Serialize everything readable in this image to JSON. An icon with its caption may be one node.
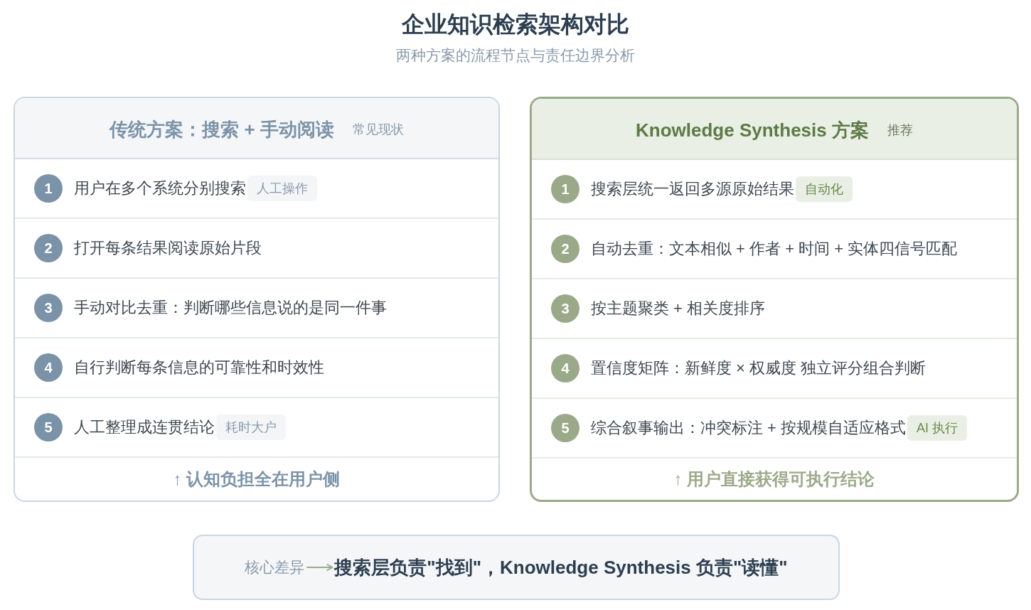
{
  "diagram": {
    "title": "企业知识检索架构对比",
    "labels": [
      "两种方案的流程节点与责任边界分析"
    ],
    "nodes": [
      {
        "text": [
          "传统方案：搜索 + 手动阅读",
          "常见现状",
          "↑ 认知负担全在用户侧"
        ]
      },
      {
        "text": [
          "用户在多个系统分别搜索"
        ],
        "in": 0
      },
      {
        "text": [
          "1"
        ],
        "in": 1
      },
      {
        "text": [
          "人工操作"
        ],
        "in": 1
      },
      {
        "text": [
          "打开每条结果阅读原始片段"
        ],
        "in": 0
      },
      {
        "text": [
          "2"
        ],
        "in": 4
      },
      {
        "text": [
          "手动对比去重：判断哪些信息说的是同一件事"
        ],
        "in": 0
      },
      {
        "text": [
          "3"
        ],
        "in": 6
      },
      {
        "text": [
          "自行判断每条信息的可靠性和时效性"
        ],
        "in": 0
      },
      {
        "text": [
          "4"
        ],
        "in": 8
      },
      {
        "text": [
          "人工整理成连贯结论"
        ],
        "in": 0
      },
      {
        "text": [
          "5"
        ],
        "in": 10
      },
      {
        "text": [
          "耗时大户"
        ],
        "in": 10
      },
      {
        "text": [
          "Knowledge Synthesis 方案",
          "推荐",
          "↑ 用户直接获得可执行结论"
        ]
      },
      {
        "text": [
          "搜索层统一返回多源原始结果"
        ],
        "in": 13
      },
      {
        "text": [
          "1"
        ],
        "in": 14
      },
      {
        "text": [
          "自动化"
        ],
        "in": 14
      },
      {
        "text": [
          "自动去重：文本相似 + 作者 + 时间 + 实体四信号匹配"
        ],
        "in": 13
      },
      {
        "text": [
          "2"
        ],
        "in": 17
      },
      {
        "text": [
          "按主题聚类 + 相关度排序"
        ],
        "in": 13
      },
      {
        "text": [
          "3"
        ],
        "in": 19
      },
      {
        "text": [
          "置信度矩阵：新鲜度 × 权威度 独立评分组合判断"
        ],
        "in": 13
      },
      {
        "text": [
          "4"
        ],
        "in": 21
      },
      {
        "text": [
          "综合叙事输出：冲突标注 + 按规模自适应格式"
        ],
        "in": 13
      },
      {
        "text": [
          "5"
        ],
        "in": 23
      },
      {
        "text": [
          "AI 执行"
        ],
        "in": 23
      },
      {
        "text": [],
        "shape": "box"
      },
      {
        "text": [
          "核心差异"
        ],
        "in": 26
      },
      {
        "text": [
          "搜索层负责\"找到\"，Knowledge Synthesis 负责\"读懂\""
        ],
        "in": 26
      }
    ],
    "edges": [
      {
        "from": 27,
        "to": 28,
        "arrow": "to"
      }
    ]
  }
}
